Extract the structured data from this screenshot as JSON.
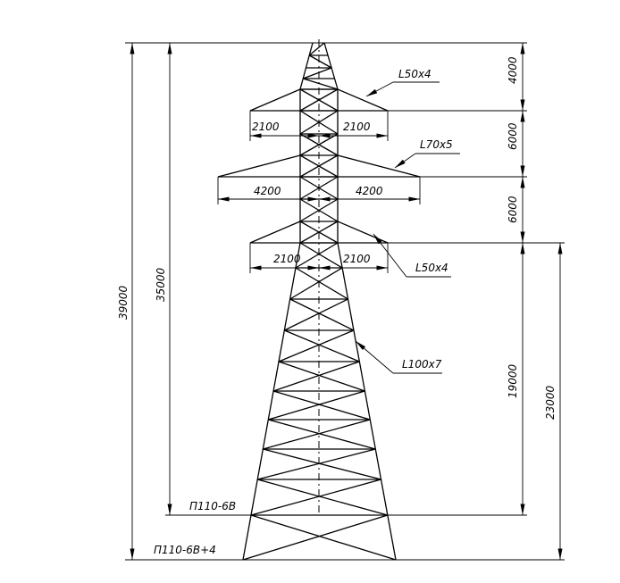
{
  "drawing": {
    "dimensions": {
      "top_arm_left": "2100",
      "top_arm_right": "2100",
      "mid_arm_left": "4200",
      "mid_arm_right": "4200",
      "low_arm_left": "2100",
      "low_arm_right": "2100",
      "right_top": "4000",
      "right_second": "6000",
      "right_third": "6000",
      "right_body": "19000",
      "right_total": "23000",
      "left_total": "39000",
      "left_inner": "35000"
    },
    "callouts": {
      "top_arm": "L50x4",
      "mid_arm": "L70x5",
      "low_arm": "L50x4",
      "leg": "L100x7"
    },
    "levels": {
      "base": "П110-6В",
      "extended": "П110-6В+4"
    }
  }
}
